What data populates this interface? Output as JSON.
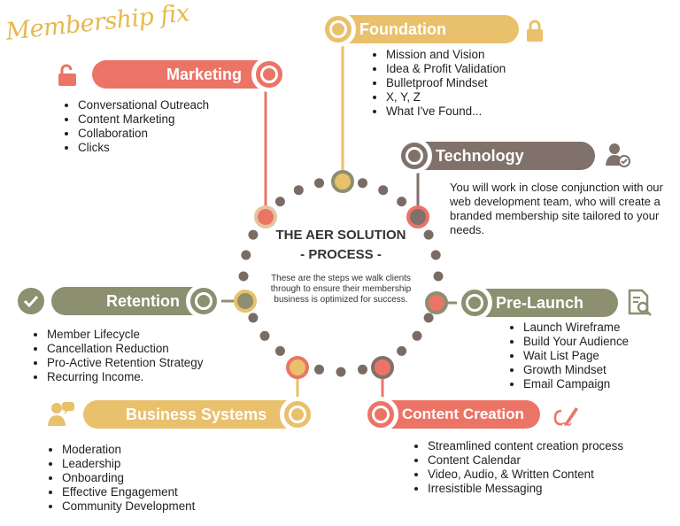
{
  "brand": {
    "logo_text": "Membership fix"
  },
  "center": {
    "title": "THE AER SOLUTION",
    "subtitle": "- PROCESS -",
    "description": "These are the steps we walk clients through to ensure their membership business is optimized for success."
  },
  "colors": {
    "coral": "#ec7466",
    "gold": "#e9c06b",
    "olive": "#8c8f70",
    "taupe": "#80726a"
  },
  "sections": {
    "foundation": {
      "label": "Foundation",
      "icon": "lock-icon",
      "items": [
        "Mission and Vision",
        "Idea & Profit Validation",
        "Bulletproof Mindset",
        "X, Y, Z",
        "What I've Found..."
      ]
    },
    "marketing": {
      "label": "Marketing",
      "icon": "unlock-icon",
      "items": [
        "Conversational Outreach",
        "Content Marketing",
        "Collaboration",
        "Clicks"
      ]
    },
    "technology": {
      "label": "Technology",
      "icon": "user-check-icon",
      "text": "You will work in close conjunction with our web development team, who will create a branded membership site tailored to your needs."
    },
    "prelaunch": {
      "label": "Pre-Launch",
      "icon": "document-search-icon",
      "items": [
        "Launch Wireframe",
        "Build Your Audience",
        "Wait List Page",
        "Growth Mindset",
        "Email Campaign"
      ]
    },
    "retention": {
      "label": "Retention",
      "icon": "check-circle-icon",
      "items": [
        "Member Lifecycle",
        "Cancellation Reduction",
        "Pro-Active Retention Strategy",
        "Recurring Income."
      ]
    },
    "business_systems": {
      "label": "Business Systems",
      "icon": "person-chat-icon",
      "items": [
        "Moderation",
        "Leadership",
        "Onboarding",
        "Effective Engagement",
        "Community Development"
      ]
    },
    "content_creation": {
      "label": "Content Creation",
      "icon": "pen-write-icon",
      "items": [
        "Streamlined content creation process",
        "Content Calendar",
        "Video, Audio, & Written Content",
        "Irresistible Messaging"
      ]
    }
  }
}
